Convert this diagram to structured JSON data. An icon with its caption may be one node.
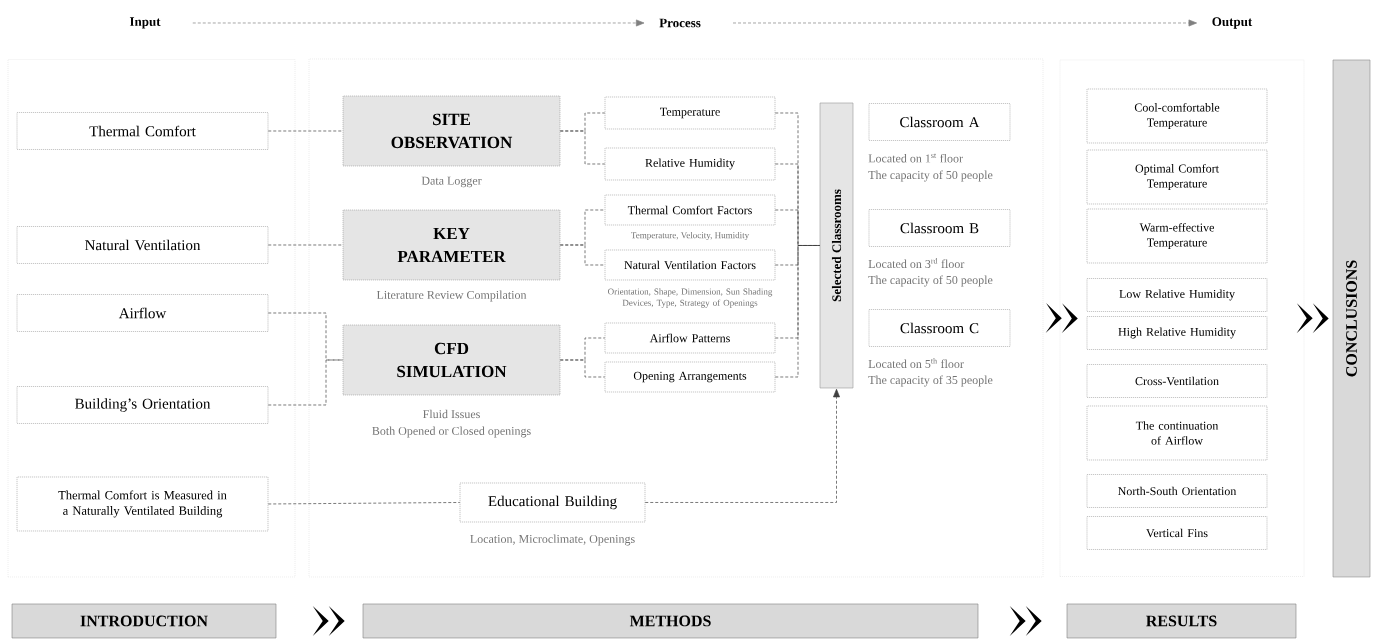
{
  "diagram": {
    "nodes": [
      {
        "text": [
          "Input"
        ]
      },
      {
        "text": [
          "Process"
        ]
      },
      {
        "text": [
          "Output"
        ]
      },
      {
        "text": [],
        "shape": "box"
      },
      {
        "text": [
          "Thermal Comfort"
        ],
        "in": 3
      },
      {
        "text": [
          "Natural Ventilation"
        ],
        "in": 3
      },
      {
        "text": [
          "Airflow"
        ],
        "in": 3
      },
      {
        "text": [
          "Building’s Orientation"
        ],
        "in": 3
      },
      {
        "text": [
          "Thermal Comfort is Measured in a Naturally Ventilated Building"
        ],
        "in": 3
      },
      {
        "text": [],
        "shape": "box"
      },
      {
        "text": [
          "SITE OBSERVATION"
        ],
        "beside": [
          "Data Logger"
        ],
        "in": 9
      },
      {
        "text": [
          "KEY PARAMETER"
        ],
        "beside": [
          "Literature Review Compilation"
        ],
        "in": 9
      },
      {
        "text": [
          "CFD SIMULATION"
        ],
        "beside": [
          "Fluid Issues",
          "Both Opened or Closed openings"
        ],
        "in": 9
      },
      {
        "text": [
          "Temperature"
        ],
        "in": 9
      },
      {
        "text": [
          "Relative Humidity"
        ],
        "in": 9
      },
      {
        "text": [
          "Thermal Comfort Factors"
        ],
        "beside": [
          "Temperature, Velocity, Humidity"
        ],
        "in": 9
      },
      {
        "text": [
          "Natural Ventilation Factors"
        ],
        "beside": [
          "Orientation, Shape, Dimension, Sun Shading Devices, Type, Strategy of Openings"
        ],
        "in": 9
      },
      {
        "text": [
          "Airflow Patterns"
        ],
        "in": 9
      },
      {
        "text": [
          "Opening Arrangements"
        ],
        "in": 9
      },
      {
        "text": [
          "Selected Classrooms"
        ],
        "in": 9
      },
      {
        "text": [
          "Classroom A"
        ],
        "beside": [
          "Located on 1$^{st}$ floor",
          "The capacity of 50 people"
        ],
        "in": 9
      },
      {
        "text": [
          "Classroom B"
        ],
        "beside": [
          "Located on 3$^{rd}$ floor",
          "The capacity of 50 people"
        ],
        "in": 9
      },
      {
        "text": [
          "Classroom C"
        ],
        "beside": [
          "Located on 5$^{th}$ floor",
          "The capacity of 35 people"
        ],
        "in": 9
      },
      {
        "text": [
          "Educational Building"
        ],
        "beside": [
          "Location, Microclimate, Openings"
        ],
        "in": 9
      },
      {
        "text": [],
        "shape": "box"
      },
      {
        "text": [
          "Cool-comfortable Temperature"
        ],
        "in": 24
      },
      {
        "text": [
          "Optimal Comfort Temperature"
        ],
        "in": 24
      },
      {
        "text": [
          "Warm-effective Temperature"
        ],
        "in": 24
      },
      {
        "text": [
          "Low Relative Humidity"
        ],
        "in": 24
      },
      {
        "text": [
          "High Relative Humidity"
        ],
        "in": 24
      },
      {
        "text": [
          "Cross-Ventilation"
        ],
        "in": 24
      },
      {
        "text": [
          "The continuation of Airflow"
        ],
        "in": 24
      },
      {
        "text": [
          "North-South Orientation"
        ],
        "in": 24
      },
      {
        "text": [
          "Vertical Fins"
        ],
        "in": 24
      },
      {
        "text": [
          "CONCLUSIONS"
        ]
      },
      {
        "text": [
          "INTRODUCTION"
        ]
      },
      {
        "text": [
          "METHODS"
        ]
      },
      {
        "text": [
          "RESULTS"
        ]
      }
    ],
    "edges": [
      {
        "from": 0,
        "to": 1,
        "arrow": "to",
        "style": "dashed",
        "color": "#808080"
      },
      {
        "from": 1,
        "to": 2,
        "arrow": "to",
        "style": "dashed",
        "color": "#808080"
      },
      {
        "from": 4,
        "to": 10,
        "arrow": "none",
        "style": "dashed"
      },
      {
        "from": 5,
        "to": 11,
        "arrow": "none",
        "style": "dashed"
      },
      {
        "from": 6,
        "to": 12,
        "arrow": "none",
        "style": "dashed"
      },
      {
        "from": 7,
        "to": 12,
        "arrow": "none",
        "style": "dashed"
      },
      {
        "from": 8,
        "to": 23,
        "arrow": "none",
        "style": "dashed"
      },
      {
        "from": 23,
        "to": 19,
        "arrow": "to",
        "style": "dashed"
      },
      {
        "from": 10,
        "to": 13,
        "arrow": "none",
        "style": "dashed"
      },
      {
        "from": 10,
        "to": 14,
        "arrow": "none",
        "style": "dashed"
      },
      {
        "from": 11,
        "to": 15,
        "arrow": "none",
        "style": "dashed"
      },
      {
        "from": 11,
        "to": 16,
        "arrow": "none",
        "style": "dashed"
      },
      {
        "from": 12,
        "to": 17,
        "arrow": "none",
        "style": "dashed"
      },
      {
        "from": 12,
        "to": 18,
        "arrow": "none",
        "style": "dashed"
      },
      {
        "from": 13,
        "to": 19,
        "arrow": "none",
        "style": "dashed"
      },
      {
        "from": 14,
        "to": 19,
        "arrow": "none",
        "style": "dashed"
      },
      {
        "from": 15,
        "to": 19,
        "arrow": "none",
        "style": "dashed"
      },
      {
        "from": 16,
        "to": 19,
        "arrow": "none",
        "style": "dashed"
      },
      {
        "from": 17,
        "to": 19,
        "arrow": "none",
        "style": "dashed"
      },
      {
        "from": 18,
        "to": 19,
        "arrow": "none",
        "style": "dashed"
      },
      {
        "from": 9,
        "to": 24,
        "arrow": "to",
        "style": "thick"
      },
      {
        "from": 24,
        "to": 34,
        "arrow": "to",
        "style": "thick"
      },
      {
        "from": 35,
        "to": 36,
        "arrow": "to",
        "style": "thick"
      },
      {
        "from": 36,
        "to": 37,
        "arrow": "to",
        "style": "thick"
      }
    ]
  }
}
